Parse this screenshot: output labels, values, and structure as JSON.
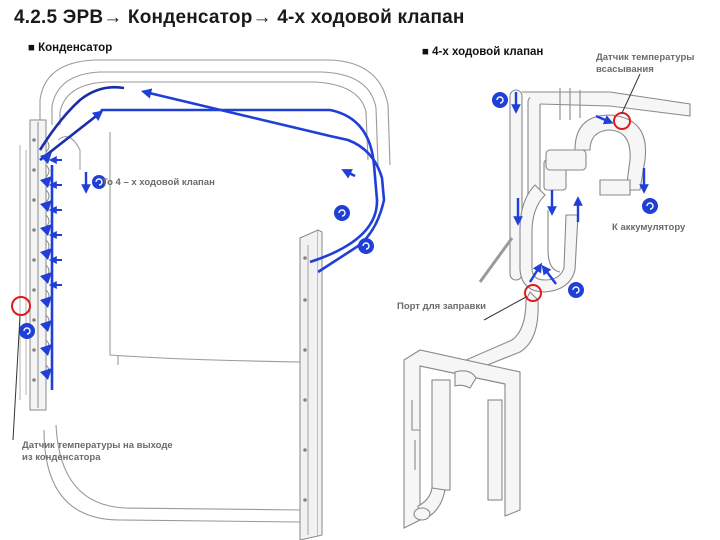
{
  "title": "4.2.5 ЭРВ→ Конденсатор→ 4-х ходовой клапан",
  "sections": {
    "left": "■ Конденсатор",
    "right": "■ 4-х ходовой клапан"
  },
  "labels": {
    "to_valve": "To 4 – х ходовой клапан",
    "outlet_sensor_line1": "Датчик температуры на выходе",
    "outlet_sensor_line2": "из конденсатора",
    "suction_sensor_line1": "Датчик температуры",
    "suction_sensor_line2": "всасывания",
    "to_accumulator": "К аккумулятору",
    "charge_port": "Порт для заправки"
  },
  "colors": {
    "flow": "#1f3fd6",
    "flow_dark": "#1a2ea8",
    "outline": "#8a8a8a",
    "highlight": "#e0191b"
  },
  "icons": [
    "flow-arrow-icon",
    "rotation-badge-icon",
    "sensor-circle-icon"
  ]
}
